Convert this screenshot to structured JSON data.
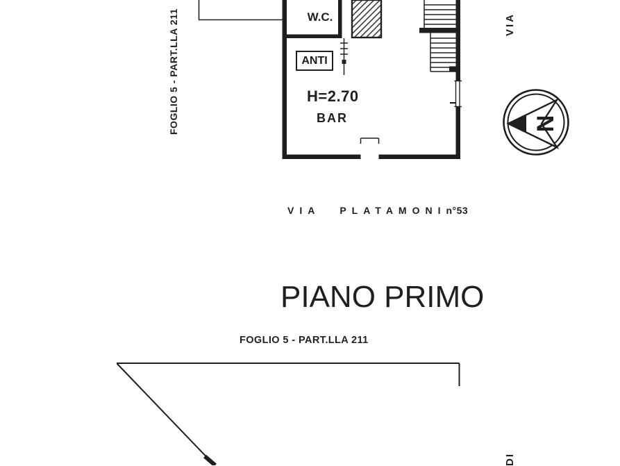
{
  "colors": {
    "paper": "#ffffff",
    "ink": "#1f1f1f"
  },
  "upper_plan": {
    "wc_label": "W.C.",
    "anti_label": "ANTI",
    "ceiling_height": "H=2.70",
    "room_name": "BAR"
  },
  "street": {
    "word1": "VIA",
    "word2": "PLATAMONI",
    "number": "n°53"
  },
  "margins": {
    "left_vertical": "FOGLIO 5 - PART.LLA 211",
    "right_top_vertical": "VIA",
    "right_bottom_vertical": "DI"
  },
  "section": {
    "title": "PIANO PRIMO",
    "caption": "FOGLIO 5 - PART.LLA 211"
  },
  "compass": {
    "north_letter": "N"
  }
}
